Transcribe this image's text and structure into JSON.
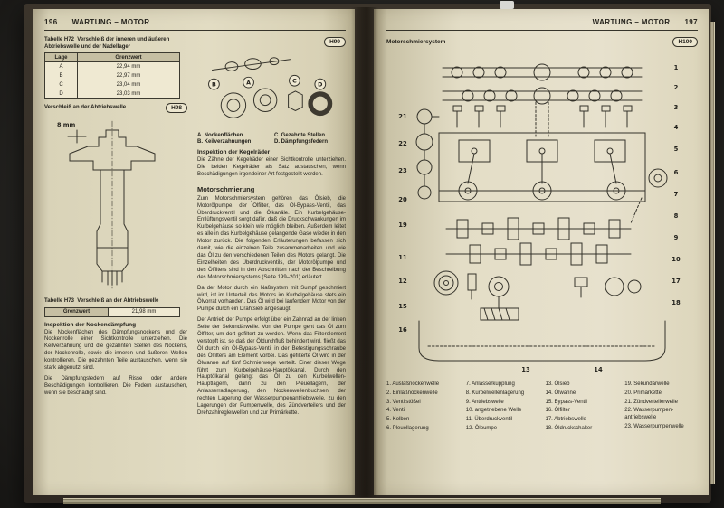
{
  "left_page": {
    "page_number": "196",
    "header_title": "WARTUNG – MOTOR",
    "table_h72": {
      "title": "Tabelle H72",
      "caption": "Verschleiß der inneren und äußeren Abtriebswelle und der Nadellager",
      "col_headers": [
        "Lage",
        "Grenzwert"
      ],
      "rows": [
        [
          "A",
          "22,94 mm"
        ],
        [
          "B",
          "22,97 mm"
        ],
        [
          "C",
          "23,04 mm"
        ],
        [
          "D",
          "23,03 mm"
        ]
      ]
    },
    "figure_h98": {
      "caption": "Verschleiß an der Abtriebswelle",
      "tag": "H98",
      "dim_label": "8 mm"
    },
    "table_h73": {
      "title": "Tabelle H73",
      "caption": "Verschleiß an der Abtriebswelle",
      "row_label": "Grenzwert",
      "row_value": "21,98 mm"
    },
    "section_daempfung": {
      "heading": "Inspektion der Nockendämpfung",
      "para1": "Die Nockenflächen des Dämpfungsnockens und der Nockenrolle einer Sichtkontrolle unterziehen. Die Keilverzahnung und die gezahnten Stellen des Nockens, der Nockenrolle, sowie die inneren und äußeren Wellen kontrollieren. Die gezahnten Teile austauschen, wenn sie stark abgenutzt sind.",
      "para2": "Die Dämpfungsfedern auf Risse oder andere Beschädigungen kontrollieren. Die Federn austauschen, wenn sie beschädigt sind."
    },
    "figure_h99": {
      "tag": "H99",
      "letters": [
        "A",
        "B",
        "C",
        "D"
      ],
      "labels_a": "A. Nockenflächen",
      "labels_b": "B. Keilverzahnungen",
      "labels_c": "C. Gezahnte Stellen",
      "labels_d": "D. Dämpfungsfedern"
    },
    "section_kegelraeder": {
      "heading": "Inspektion der Kegelräder",
      "para": "Die Zähne der Kegelräder einer Sichtkontrolle unterziehen. Die beiden Kegelräder als Satz austauschen, wenn Beschädigungen irgendeiner Art festgestellt werden."
    },
    "section_schmierung": {
      "heading": "Motorschmierung",
      "para1": "Zum Motorschmiersystem gehören das Ölsieb, die Motorölpumpe, der Ölfilter, das Öl-Bypass-Ventil, das Überdruckventil und die Ölkanäle. Ein Kurbelgehäuse-Entlüftungsventil sorgt dafür, daß die Druckschwankungen im Kurbelgehäuse so klein wie möglich bleiben. Außerdem leitet es alle in das Kurbelgehäuse gelangende Gase wieder in den Motor zurück. Die folgenden Erläuterungen befassen sich damit, wie die einzelnen Teile zusammenarbeiten und wie das Öl zu den verschiedenen Teilen des Motors gelangt. Die Einzelheiten des Überdruckventils, der Motorölpumpe und des Ölfilters sind in den Abschnitten nach der Beschreibung des Motorschmiersystems (Seite 199–201) erläutert.",
      "para2": "Da der Motor durch ein Naßsystem mit Sumpf geschmiert wird, ist im Unterteil des Motors im Kurbelgehäuse stets ein Ölvorrat vorhanden. Das Öl wird bei laufendem Motor von der Pumpe durch ein Drahtsieb angesaugt.",
      "para3": "Der Antrieb der Pumpe erfolgt über ein Zahnrad an der linken Seite der Sekundärwelle. Von der Pumpe geht das Öl zum Ölfilter, um dort gefiltert zu werden. Wenn das Filterelement verstopft ist, so daß der Öldurchfluß behindert wird, fließt das Öl durch ein Öl-Bypass-Ventil in der Befestigungsschraube des Ölfilters am Element vorbei. Das gefilterte Öl wird in der Ölwanne auf fünf Schmierwege verteilt. Einer dieser Wege führt zum Kurbelgehäuse-Hauptölkanal. Durch den Hauptölkanal gelangt das Öl zu den Kurbelwellen-Hauptlagern, dann zu den Pleuellagern, der Anlasserradlagerung, den Nockenwellenbuchsen, der rechten Lagerung der Wasserpumpenantriebswelle, zu den Lagerungen der Pumpenwelle, des Zündverteilers und der Drehzahlreglerwellen und zur Primärkette."
    }
  },
  "right_page": {
    "page_number": "197",
    "header_title": "WARTUNG – MOTOR",
    "figure_h100": {
      "caption": "Motorschmiersystem",
      "tag": "H100",
      "callouts": [
        "1",
        "2",
        "3",
        "4",
        "5",
        "6",
        "7",
        "8",
        "9",
        "10",
        "11",
        "12",
        "13",
        "14",
        "15",
        "16",
        "17",
        "18",
        "19",
        "20",
        "21",
        "22",
        "23"
      ]
    },
    "legend": [
      [
        "1. Auslaßnockenwelle",
        "2. Einlaßnockenwelle",
        "3. Ventilstößel",
        "4. Ventil",
        "5. Kolben",
        "6. Pleuellagerung"
      ],
      [
        "7. Anlasserkupplung",
        "8. Kurbelwellenlagerung",
        "9. Antriebswelle",
        "10. angetriebene Welle",
        "11. Überdruckventil",
        "12. Ölpumpe"
      ],
      [
        "13. Ölsieb",
        "14. Ölwanne",
        "15. Bypass-Ventil",
        "16. Ölfilter",
        "17. Abtriebswelle",
        "18. Öldruckschalter"
      ],
      [
        "19. Sekundärwelle",
        "20. Primärkette",
        "21. Zündverteilerwelle",
        "22. Wasserpumpen­antriebswelle",
        "23. Wasserpumpenwelle"
      ]
    ]
  }
}
